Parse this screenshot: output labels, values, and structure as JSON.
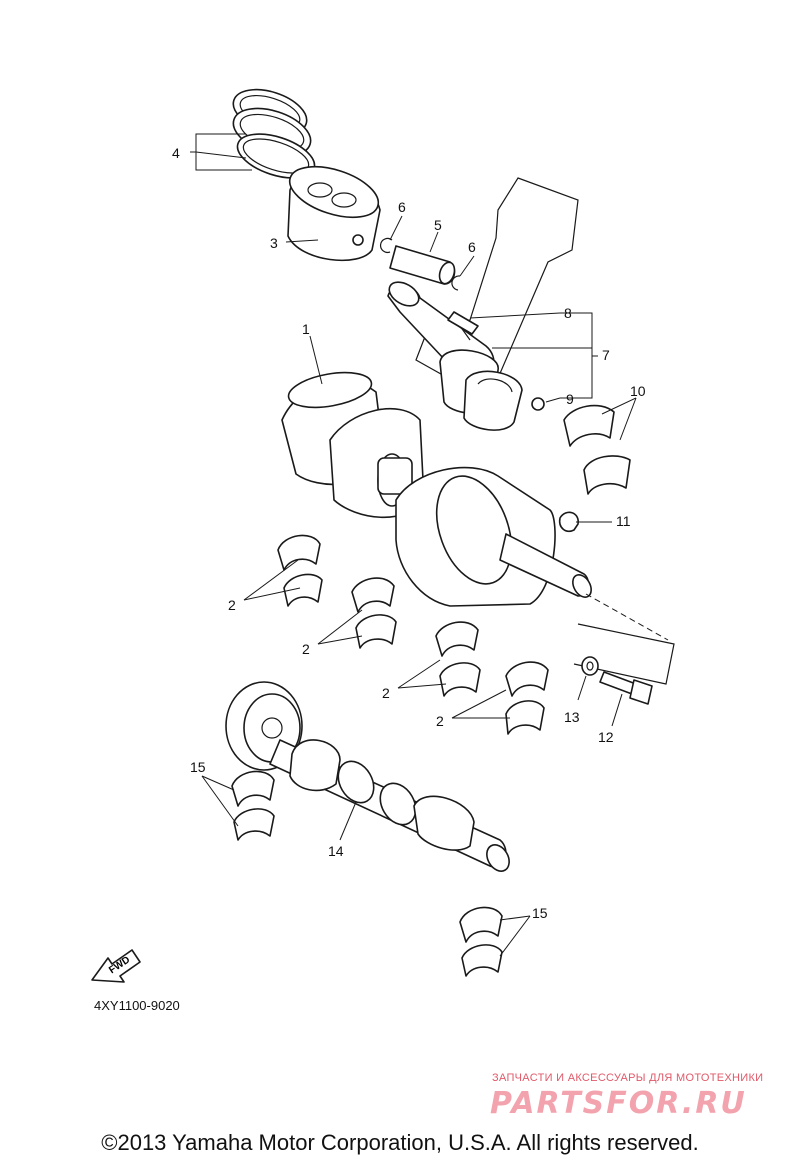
{
  "diagram": {
    "callouts": {
      "c1": "1",
      "c2a": "2",
      "c2b": "2",
      "c2c": "2",
      "c2d": "2",
      "c3": "3",
      "c4": "4",
      "c5": "5",
      "c6a": "6",
      "c6b": "6",
      "c7": "7",
      "c8": "8",
      "c9": "9",
      "c10": "10",
      "c11": "11",
      "c12": "12",
      "c13": "13",
      "c14": "14",
      "c15a": "15",
      "c15b": "15"
    },
    "fwd_label": "FWD",
    "code": "4XY1100-9020"
  },
  "watermark": {
    "tagline": "ЗАПЧАСТИ И АКСЕССУАРЫ ДЛЯ МОТОТЕХНИКИ",
    "logo": "PARTSFOR.RU"
  },
  "copyright": "©2013 Yamaha Motor Corporation, U.S.A. All rights reserved."
}
